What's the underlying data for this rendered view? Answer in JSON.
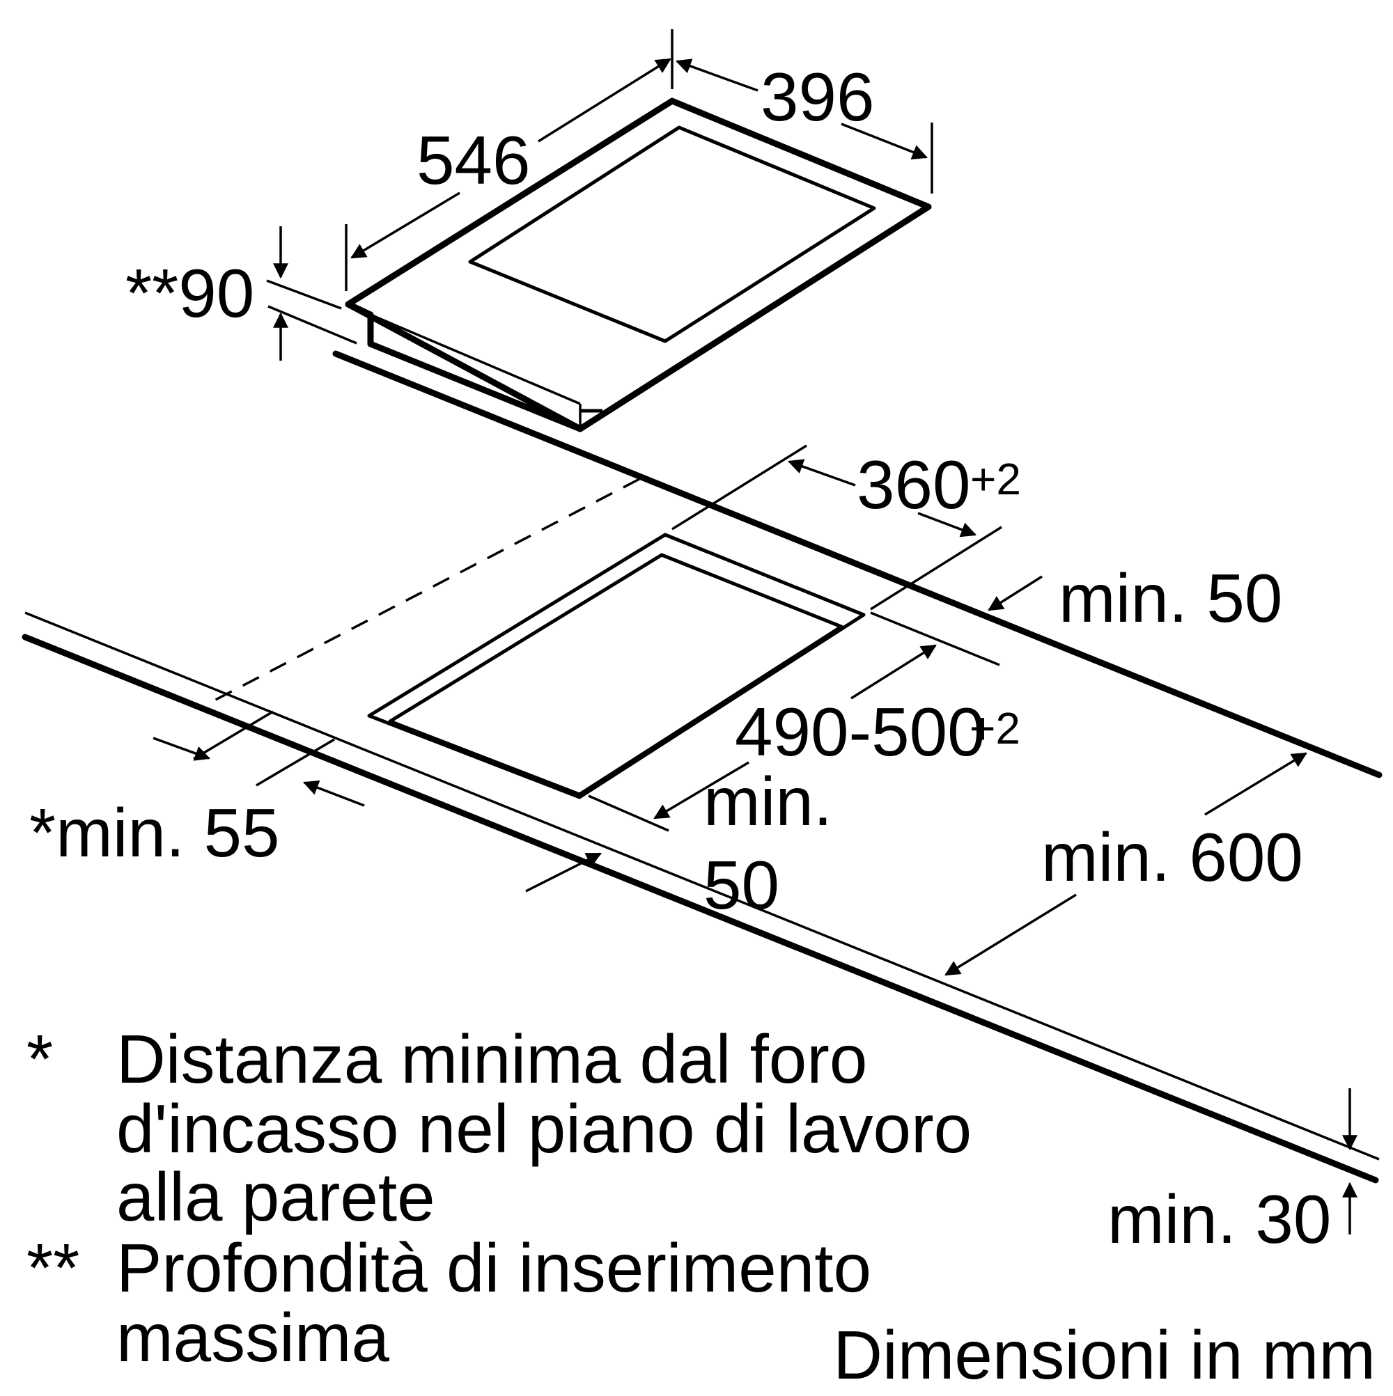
{
  "dimensions": {
    "top_width": "396",
    "top_depth": "546",
    "insertion_depth": "**90",
    "cutout_width": "360",
    "cutout_width_tol": "+2",
    "cutout_depth": "490-500",
    "cutout_depth_tol": "+2",
    "rear_clearance": "min. 50",
    "side_clearance": "*min. 55",
    "front_clearance_line1": "min.",
    "front_clearance_line2": "50",
    "worktop_depth": "min. 600",
    "worktop_thickness": "min. 30"
  },
  "notes": [
    {
      "mark": "*",
      "lines": [
        "Distanza minima dal foro",
        "d'incasso nel piano di lavoro",
        "alla parete"
      ]
    },
    {
      "mark": "**",
      "lines": [
        "Profondità di inserimento",
        "massima"
      ]
    }
  ],
  "units": "Dimensioni in mm"
}
